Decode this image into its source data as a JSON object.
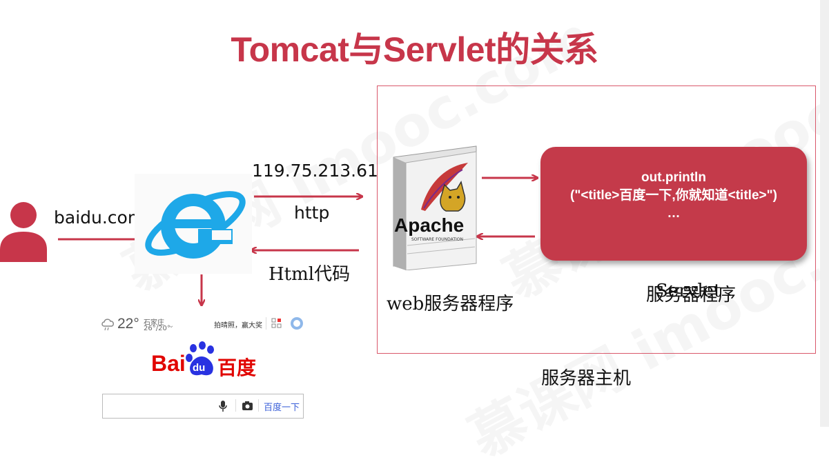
{
  "title": "Tomcat与Servlet的关系",
  "watermark": "慕课网 imooc.com",
  "user": {
    "label": "baidu.com"
  },
  "request": {
    "ip": "119.75.213.61",
    "protocol": "http"
  },
  "response": {
    "label": "Html代码"
  },
  "web_server": {
    "logo_main": "Apache",
    "logo_sub": "SOFTWARE FOUNDATION",
    "label": "web服务器程序"
  },
  "servlet": {
    "line1": "out.println",
    "line2": "(\"<title>百度一下,你就知道<title>\")",
    "line3": "…",
    "label_a": "服务器程序",
    "label_b": "Servlet"
  },
  "host_label": "服务器主机",
  "baidu": {
    "temp": "22°",
    "city": "石家庄",
    "range": "26°/20°",
    "promo": "拍晴照，赢大奖",
    "logo_bai": "Bai",
    "logo_du": "du",
    "logo_cn": "百度",
    "search_button": "百度一下"
  },
  "colors": {
    "accent": "#c7364a",
    "card": "#c43a4a",
    "ie_blue": "#1ea8e8",
    "baidu_red": "#e10602",
    "baidu_blue": "#2932e1"
  }
}
